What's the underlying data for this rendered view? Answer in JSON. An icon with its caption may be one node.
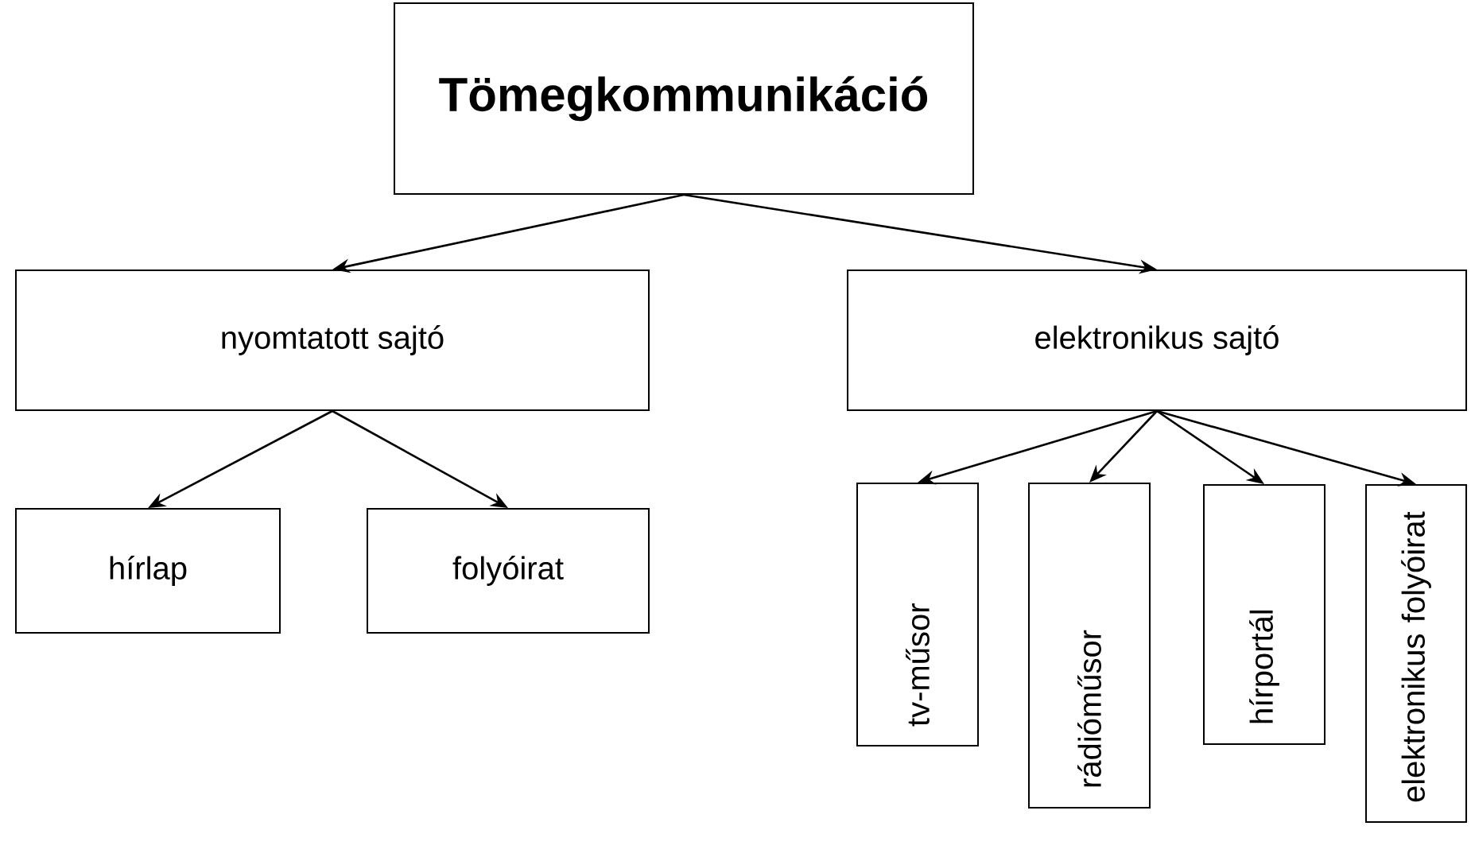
{
  "diagram": {
    "nodes": [
      {
        "text": [
          "Tömegkommunikáció"
        ]
      },
      {
        "text": [
          "nyomtatott sajtó"
        ]
      },
      {
        "text": [
          "elektronikus sajtó"
        ]
      },
      {
        "text": [
          "hírlap"
        ]
      },
      {
        "text": [
          "folyóirat"
        ]
      },
      {
        "text": [
          "tv-műsor"
        ]
      },
      {
        "text": [
          "rádióműsor"
        ]
      },
      {
        "text": [
          "hírportál"
        ]
      },
      {
        "text": [
          "elektronikus folyóirat"
        ]
      }
    ],
    "edges": [
      {
        "from": 0,
        "to": 1,
        "arrow": "to"
      },
      {
        "from": 0,
        "to": 2,
        "arrow": "to"
      },
      {
        "from": 1,
        "to": 3,
        "arrow": "to"
      },
      {
        "from": 1,
        "to": 4,
        "arrow": "to"
      },
      {
        "from": 2,
        "to": 5,
        "arrow": "to"
      },
      {
        "from": 2,
        "to": 6,
        "arrow": "to"
      },
      {
        "from": 2,
        "to": 7,
        "arrow": "to"
      },
      {
        "from": 2,
        "to": 8,
        "arrow": "to"
      }
    ]
  }
}
